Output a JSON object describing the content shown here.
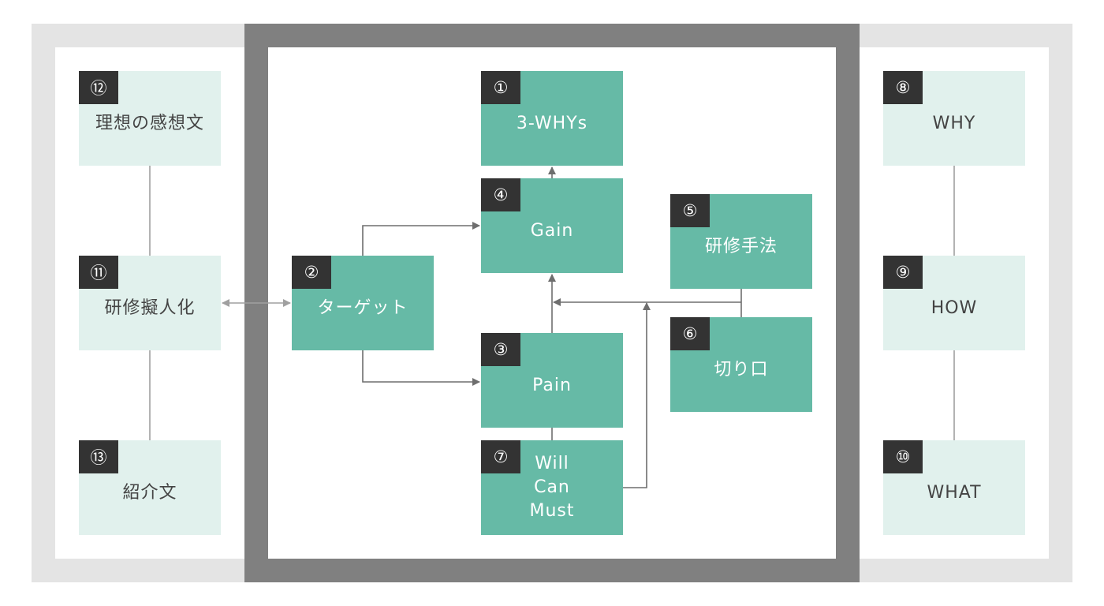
{
  "colors": {
    "teal": "#66baa6",
    "light": "#e1f1ed",
    "dark_badge": "#333333",
    "center_frame": "#808080",
    "side_frame": "#e4e4e4",
    "arrow": "#6e6e6e"
  },
  "center_nodes": {
    "three_whys": {
      "number": "①",
      "label": "3-WHYs"
    },
    "target": {
      "number": "②",
      "label": "ターゲット"
    },
    "pain": {
      "number": "③",
      "label": "Pain"
    },
    "gain": {
      "number": "④",
      "label": "Gain"
    },
    "method": {
      "number": "⑤",
      "label": "研修手法"
    },
    "entry": {
      "number": "⑥",
      "label": "切り口"
    },
    "will_can_must": {
      "number": "⑦",
      "label": "Will\nCan\nMust"
    }
  },
  "right_nodes": {
    "why": {
      "number": "⑧",
      "label": "WHY"
    },
    "how": {
      "number": "⑨",
      "label": "HOW"
    },
    "what": {
      "number": "⑩",
      "label": "WHAT"
    }
  },
  "left_nodes": {
    "persona": {
      "number": "⑪",
      "label": "研修擬人化"
    },
    "ideal": {
      "number": "⑫",
      "label": "理想の感想文"
    },
    "intro": {
      "number": "⑬",
      "label": "紹介文"
    }
  }
}
